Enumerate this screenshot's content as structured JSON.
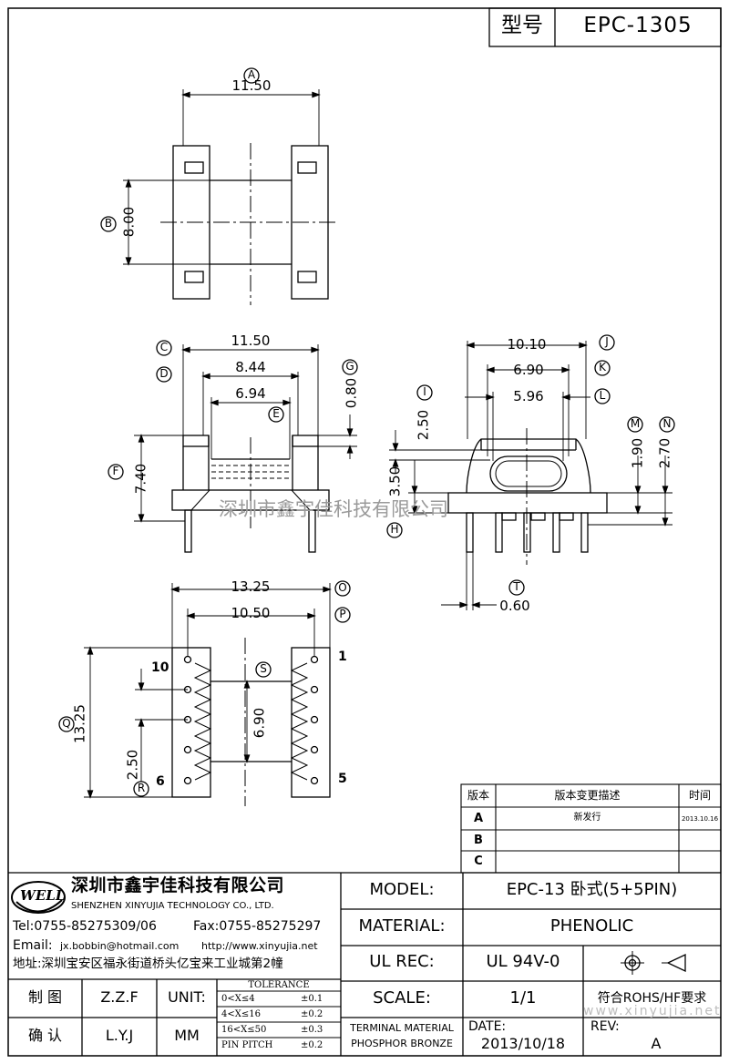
{
  "header": {
    "type_label": "型号",
    "part_no": "EPC-1305"
  },
  "dims": {
    "A": {
      "tag": "A",
      "value": "11.50"
    },
    "B": {
      "tag": "B",
      "value": "8.00"
    },
    "C": {
      "tag": "C",
      "value": "11.50"
    },
    "D": {
      "tag": "D",
      "value": "8.44"
    },
    "E": {
      "tag": "E",
      "value": "6.94"
    },
    "F": {
      "tag": "F",
      "value": "7.40"
    },
    "G": {
      "tag": "G",
      "value": "0.80"
    },
    "H": {
      "tag": "H",
      "value": "3.50"
    },
    "I": {
      "tag": "I",
      "value": "2.50"
    },
    "J": {
      "tag": "J",
      "value": "10.10"
    },
    "K": {
      "tag": "K",
      "value": "6.90"
    },
    "L": {
      "tag": "L",
      "value": "5.96"
    },
    "M": {
      "tag": "M",
      "value": "1.90"
    },
    "N": {
      "tag": "N",
      "value": "2.70"
    },
    "O": {
      "tag": "O",
      "value": "13.25"
    },
    "P": {
      "tag": "P",
      "value": "10.50"
    },
    "Q": {
      "tag": "Q",
      "value": "13.25"
    },
    "R": {
      "tag": "R",
      "value": "2.50"
    },
    "S": {
      "tag": "S",
      "value": "6.90"
    },
    "T": {
      "tag": "T",
      "value": "0.60"
    }
  },
  "pins": {
    "p10": "10",
    "p1": "1",
    "p6": "6",
    "p5": "5"
  },
  "watermark": "深圳市鑫宇佳科技有限公司",
  "watermark_url": "www.xinyujia.net",
  "revision_table": {
    "headers": {
      "version": "版本",
      "desc": "版本变更描述",
      "time": "时间"
    },
    "rows": [
      {
        "rev": "A",
        "desc": "新发行",
        "time": "2013.10.16"
      },
      {
        "rev": "B",
        "desc": "",
        "time": ""
      },
      {
        "rev": "C",
        "desc": "",
        "time": ""
      }
    ]
  },
  "company": {
    "logo_text": "WELL",
    "name_cn": "深圳市鑫宇佳科技有限公司",
    "name_en": "SHENZHEN XINYUJIA TECHNOLOGY CO., LTD.",
    "tel": "Tel:0755-85275309/06",
    "fax": "Fax:0755-85275297",
    "email_label": "Email:",
    "email": "jx.bobbin@hotmail.com",
    "web": "http://www.xinyujia.net",
    "address": "地址:深圳宝安区福永街道桥头亿宝来工业城第2幢"
  },
  "sign": {
    "draw_label": "制 图",
    "draw_name": "Z.Z.F",
    "check_label": "确 认",
    "check_name": "L.Y.J",
    "unit_label": "UNIT:",
    "unit_value": "MM"
  },
  "tolerance": {
    "title": "TOLERANCE",
    "rows": [
      {
        "range": "0<X≤4",
        "tol": "±0.1"
      },
      {
        "range": "4<X≤16",
        "tol": "±0.2"
      },
      {
        "range": "16<X≤50",
        "tol": "±0.3"
      },
      {
        "range": "PIN PITCH",
        "tol": "±0.2"
      }
    ]
  },
  "spec": {
    "model_label": "MODEL:",
    "model_value": "EPC-13 卧式(5+5PIN)",
    "material_label": "MATERIAL:",
    "material_value": "PHENOLIC",
    "ulrec_label": "UL REC:",
    "ulrec_value": "UL 94V-0",
    "scale_label": "SCALE:",
    "scale_value": "1/1",
    "rohs": "符合ROHS/HF要求",
    "terminal_label": "TERMINAL MATERIAL",
    "terminal_value": "PHOSPHOR BRONZE",
    "date_label": "DATE:",
    "date_value": "2013/10/18",
    "rev_label": "REV:",
    "rev_value": "A"
  }
}
